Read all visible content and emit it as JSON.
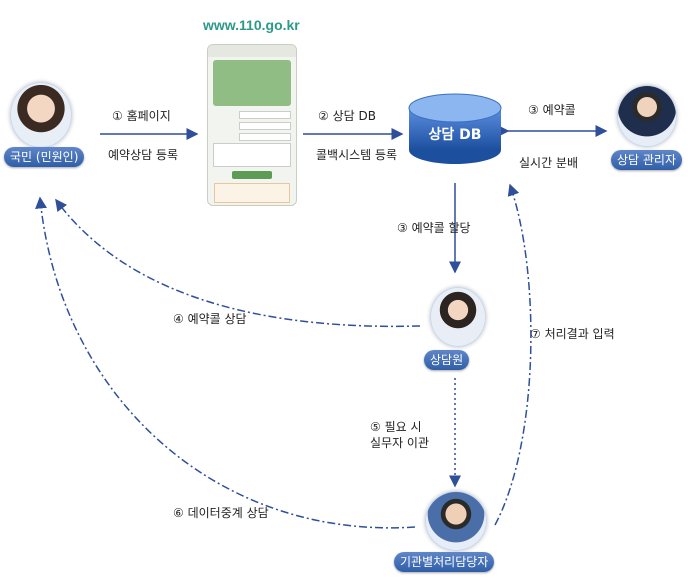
{
  "website": {
    "url": "www.110.go.kr"
  },
  "nodes": {
    "citizen": "국민 (민원인)",
    "db": "상담 DB",
    "manager": "상담 관리자",
    "counselor": "상담원",
    "agency": "기관별처리담당자"
  },
  "steps": {
    "s1a": "① 홈페이지",
    "s1b": "예약상담 등록",
    "s2a": "② 상담 DB",
    "s2b": "콜백시스템 등록",
    "s3top": "③ 예약콜",
    "s3bottom": "실시간 분배",
    "s3assign": "③ 예약콜  할당",
    "s4": "④ 예약콜 상담",
    "s5a": "⑤ 필요 시",
    "s5b": "실무자 이관",
    "s6": "⑥ 데이터중계 상담",
    "s7": "⑦ 처리결과 입력"
  },
  "colors": {
    "arrow": "#2f4f9a",
    "label_bg": "#3a67b0",
    "db": "#2f62b4"
  }
}
